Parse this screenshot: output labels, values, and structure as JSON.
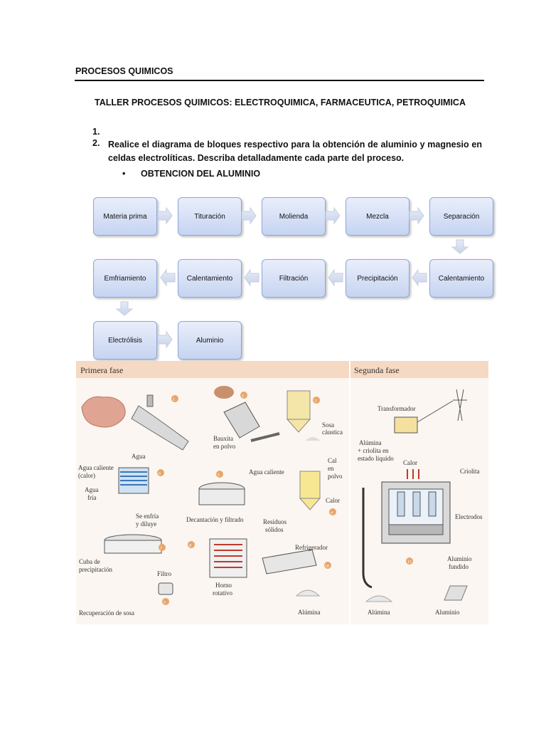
{
  "header": {
    "title": "PROCESOS QUIMICOS"
  },
  "taller_title": "TALLER PROCESOS QUIMICOS: ELECTROQUIMICA, FARMACEUTICA, PETROQUIMICA",
  "items": [
    {
      "number": "1.",
      "text": ""
    },
    {
      "number": "2.",
      "text": "Realice el diagrama de bloques respectivo para la obtención de aluminio y magnesio en celdas electrolíticas. Describa detalladamente cada parte del proceso."
    }
  ],
  "bullet": {
    "symbol": "•",
    "label": "OBTENCION DEL ALUMINIO"
  },
  "flow_blocks": [
    "Materia prima",
    "Tituración",
    "Molienda",
    "Mezcla",
    "Separación",
    "Calentamiento",
    "Precipitación",
    "Filtración",
    "Calentamiento",
    "Emfriamiento",
    "Electrólisis",
    "Aluminio"
  ],
  "figure": {
    "phase1_title": "Primera fase",
    "phase2_title": "Segunda fase",
    "labels": {
      "bauxita": "Bauxita",
      "en_polvo": "en polvo",
      "sosa": "Sosa",
      "caustica": "cáustica",
      "agua": "Agua",
      "agua_caliente": "Agua caliente",
      "calor_paren": "(calor)",
      "agua_fria_1": "Agua",
      "agua_fria_2": "fría",
      "agua_caliente_2": "Agua caliente",
      "cal": "Cal",
      "cal_en": "en",
      "cal_polvo": "polvo",
      "calor_1": "Calor",
      "se_enfria": "Se enfría",
      "y_diluye": "y diluye",
      "decantacion": "Decantación y filtrado",
      "residuos": "Residuos",
      "solidos": "sólidos",
      "cuba": "Cuba de",
      "precipitacion": "precipitación",
      "filtro": "Filtro",
      "recuperacion": "Recuperación de sosa",
      "horno": "Horno",
      "rotativo": "rotativo",
      "refrigerador": "Refrigerador",
      "alumina_1": "Alúmina",
      "transformador": "Transformador",
      "alumina_criolita_1": "Alúmina",
      "alumina_criolita_2": "+ criolita en",
      "alumina_criolita_3": "estado líquido",
      "calor_2": "Calor",
      "criolita": "Criolita",
      "electrodos": "Electrodos",
      "aluminio_fundido_1": "Aluminio",
      "aluminio_fundido_2": "fundido",
      "alumina_2": "Alúmina",
      "aluminio": "Aluminio",
      "step_numbers": [
        "1",
        "2",
        "3",
        "4",
        "5",
        "6",
        "7",
        "8",
        "9",
        "10",
        "11"
      ]
    }
  }
}
